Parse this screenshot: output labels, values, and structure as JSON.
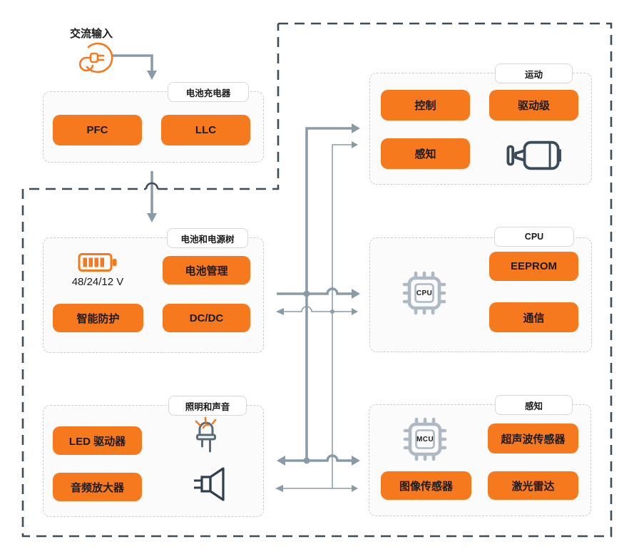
{
  "colors": {
    "accent": "#F7791D",
    "boundary": "#3D4D59",
    "connector": "#8A9BA8",
    "chip": "#AEB9C3",
    "icon_dark": "#3A4A58",
    "icon_speaker": "#2F3F4D",
    "icon_led": "#5A6A78",
    "text": "#1A1A1A",
    "box_border": "#CDCDCD",
    "box_bg": "#FBFBFB"
  },
  "ac_input": {
    "label": "交流输入",
    "icon": "power-plug-icon"
  },
  "charger": {
    "tag": "电池充电器",
    "pfc": "PFC",
    "llc": "LLC"
  },
  "battery": {
    "tag": "电池和电源树",
    "voltage": "48/24/12 V",
    "management": "电池管理",
    "protection": "智能防护",
    "dcdc": "DC/DC",
    "icon": "battery-icon"
  },
  "lighting": {
    "tag": "照明和声音",
    "led_driver": "LED 驱动器",
    "audio_amp": "音频放大器",
    "icons": [
      "led-icon",
      "speaker-icon"
    ]
  },
  "motion": {
    "tag": "运动",
    "control": "控制",
    "drive_stage": "驱动级",
    "sensing": "感知",
    "icon": "motor-icon"
  },
  "cpu": {
    "tag": "CPU",
    "chip_label": "CPU",
    "eeprom": "EEPROM",
    "comms": "通信",
    "icon": "cpu-chip-icon"
  },
  "sensing": {
    "tag": "感知",
    "chip_label": "MCU",
    "ultrasonic": "超声波传感器",
    "image_sensor": "图像传感器",
    "lidar": "激光雷达",
    "icon": "mcu-chip-icon"
  }
}
